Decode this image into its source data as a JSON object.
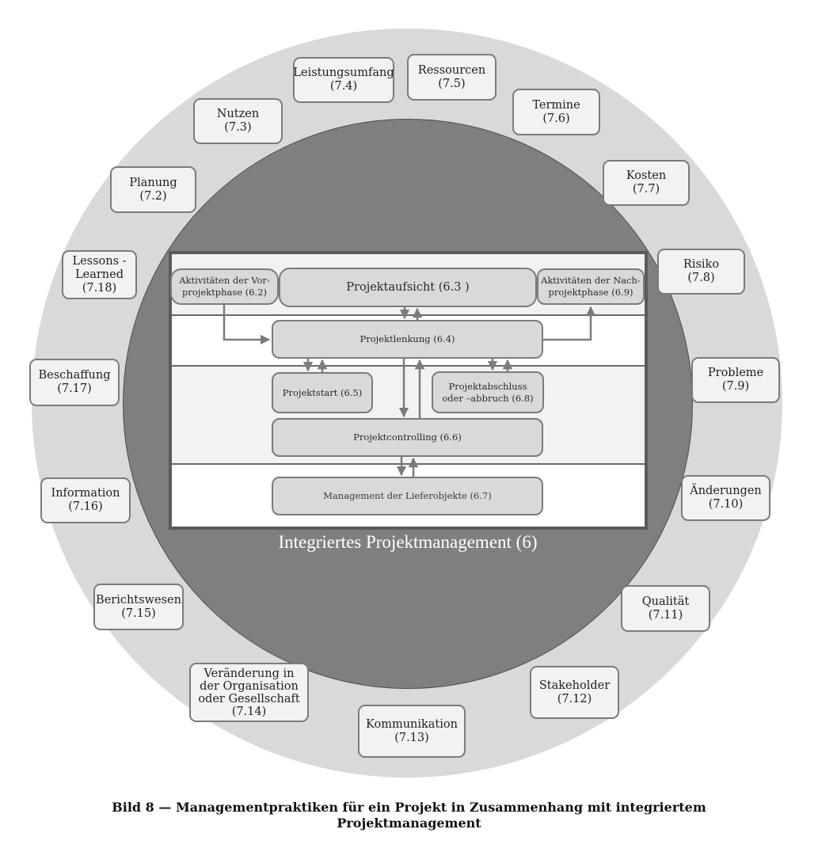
{
  "outer_practices": [
    {
      "label": "Leistungsumfang\n(7.4)"
    },
    {
      "label": "Ressourcen\n(7.5)"
    },
    {
      "label": "Nutzen\n(7.3)"
    },
    {
      "label": "Termine\n(7.6)"
    },
    {
      "label": "Planung\n(7.2)"
    },
    {
      "label": "Kosten\n(7.7)"
    },
    {
      "label": "Lessons -\nLearned\n(7.18)"
    },
    {
      "label": "Risiko\n(7.8)"
    },
    {
      "label": "Beschaffung\n(7.17)"
    },
    {
      "label": "Probleme\n(7.9)"
    },
    {
      "label": "Information\n(7.16)"
    },
    {
      "label": "Änderungen\n(7.10)"
    },
    {
      "label": "Berichtswesen\n(7.15)"
    },
    {
      "label": "Qualität\n(7.11)"
    },
    {
      "label": "Veränderung in\nder Organisation\noder Gesellschaft\n(7.14)"
    },
    {
      "label": "Stakeholder\n(7.12)"
    },
    {
      "label": "Kommunikation\n(7.13)"
    }
  ],
  "inner": {
    "title": "Integriertes Projektmanagement (6)",
    "vorprojekt": "Aktivitäten der Vor-\nprojektphase (6.2)",
    "aufsicht": "Projektaufsicht  (6.3 )",
    "nachprojekt": "Aktivitäten der Nach-\nprojektphase (6.9)",
    "lenkung": "Projektlenkung (6.4)",
    "start": "Projektstart (6.5)",
    "abschluss": "Projektabschluss\noder –abbruch (6.8)",
    "controlling": "Projektcontrolling (6.6)",
    "lieferobjekte": "Management der Lieferobjekte (6.7)"
  },
  "caption": {
    "line1": "Bild 8 — Managementpraktiken für ein Projekt in Zusammenhang mit integriertem",
    "line2": "Projektmanagement"
  },
  "colors": {
    "outer_ring": "#d9d9d9",
    "inner_circle": "#7f7f7f",
    "box_fill": "#f2f2f2",
    "inner_box_fill": "#d9d9d9",
    "arrow": "#7b7b7b"
  }
}
